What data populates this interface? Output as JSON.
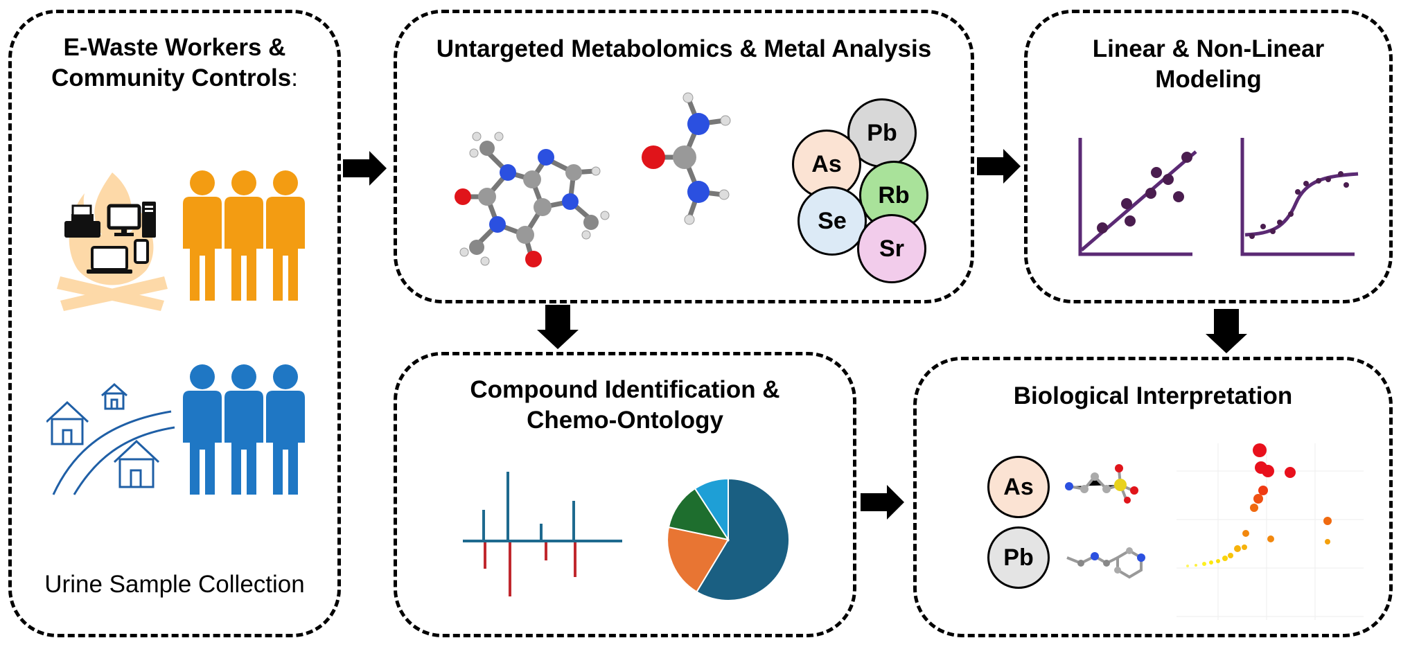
{
  "panels": {
    "workers": {
      "title_line1": "E-Waste Workers &",
      "title_line2": "Community Controls",
      "title_colon": ":",
      "footer": "Urine Sample Collection"
    },
    "metabolomics": {
      "title": "Untargeted Metabolomics & Metal Analysis",
      "elements": [
        "Pb",
        "As",
        "Rb",
        "Se",
        "Sr"
      ]
    },
    "modeling": {
      "title_line1": "Linear & Non-Linear",
      "title_line2": "Modeling"
    },
    "compound": {
      "title_line1": "Compound Identification &",
      "title_line2": "Chemo-Ontology"
    },
    "bio": {
      "title": "Biological Interpretation",
      "elements": [
        "As",
        "Pb"
      ]
    }
  },
  "colors": {
    "orange_people": "#F39C12",
    "blue_people": "#1F77C4",
    "fire": "#FDD9A8",
    "purple": "#5B2A74",
    "spectrum_blue": "#1E6A8F",
    "spectrum_red": "#C0282E",
    "pie_main": "#1A5F82",
    "pie_orange": "#E87533",
    "pie_green": "#1E6E2E",
    "pie_light": "#1E9FD6",
    "as_fill": "#FBE3D3",
    "pb_fill": "#D8D8D8",
    "rb_fill": "#A9E29A",
    "se_fill": "#DCEAF6",
    "sr_fill": "#F2CCEB"
  },
  "icons": [
    "computer-icon",
    "printer-icon",
    "laptop-icon",
    "phone-icon",
    "house-icon",
    "person-icon",
    "molecule-icon",
    "arrow-right-icon",
    "arrow-down-icon"
  ]
}
